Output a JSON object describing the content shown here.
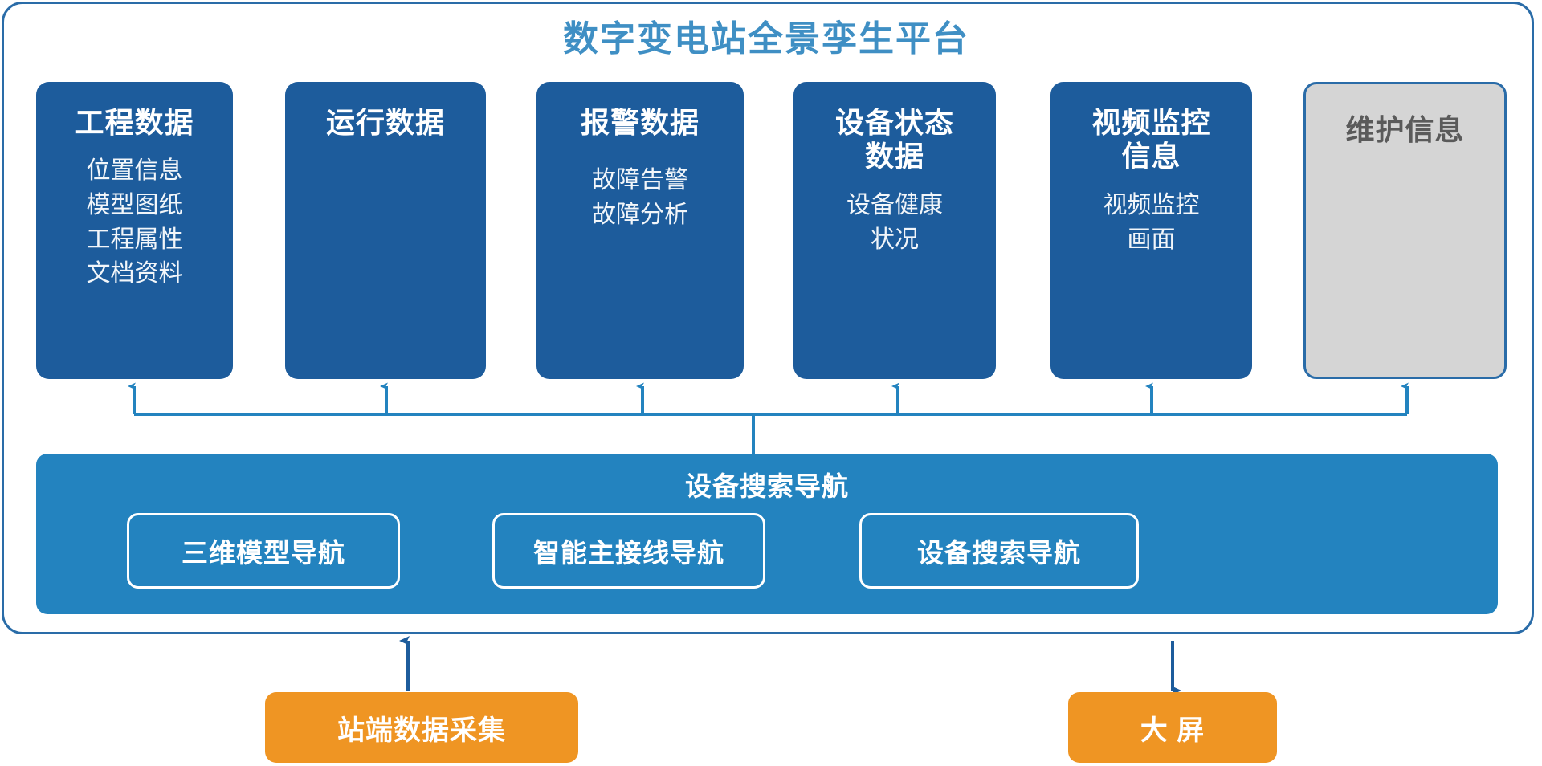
{
  "title": "数字变电站全景孪生平台",
  "colors": {
    "panel_border": "#2a6ca8",
    "title_text": "#3f8fc4",
    "card_blue": "#1d5c9c",
    "card_gray": "#d5d5d5",
    "bar_blue": "#2383bf",
    "orange": "#ef9523",
    "arrow_blue": "#2383bf",
    "arrow_dark_blue": "#1d5c9c"
  },
  "cards": [
    {
      "title": "工程数据",
      "items": [
        "位置信息",
        "模型图纸",
        "工程属性",
        "文档资料"
      ],
      "style": "blue"
    },
    {
      "title": "运行数据",
      "items": [],
      "style": "blue"
    },
    {
      "title": "报警数据",
      "items": [
        "故障告警",
        "故障分析"
      ],
      "style": "blue"
    },
    {
      "title": "设备状态\n数据",
      "title_line1": "设备状态",
      "title_line2": "数据",
      "items": [
        "设备健康",
        "状况"
      ],
      "style": "blue"
    },
    {
      "title": "视频监控\n信息",
      "title_line1": "视频监控",
      "title_line2": "信息",
      "items": [
        "视频监控",
        "画面"
      ],
      "style": "blue"
    },
    {
      "title": "维护信息",
      "items": [],
      "style": "gray"
    }
  ],
  "navbar": {
    "title": "设备搜索导航",
    "buttons": [
      {
        "label": "三维模型导航"
      },
      {
        "label": "智能主接线导航"
      },
      {
        "label": "设备搜索导航"
      }
    ]
  },
  "bottom_boxes": [
    {
      "label": "站端数据采集",
      "direction": "up"
    },
    {
      "label": "大 屏",
      "direction": "down"
    }
  ]
}
